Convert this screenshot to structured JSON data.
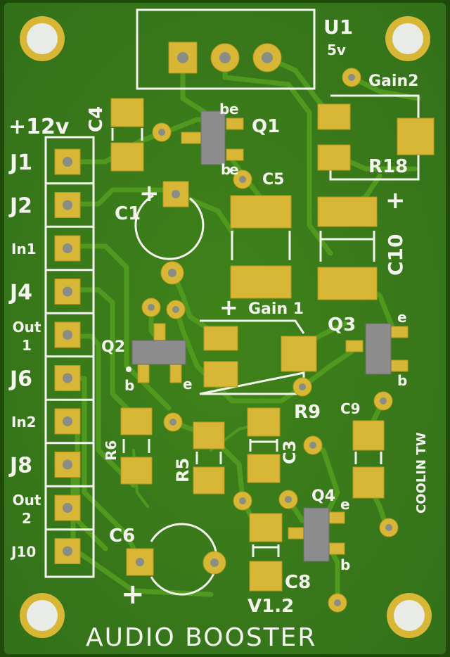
{
  "board": {
    "title": "AUDIO BOOSTER",
    "version": "V1.2",
    "vendor_mark": "COOLIN TW",
    "colors": {
      "pcb": "#3a7a18",
      "trace": "#4f9a1e",
      "silkscreen": "#f4f4ee",
      "copper": "#d8b636",
      "edge": "#1f4b0a"
    }
  },
  "connectors": {
    "supply_label": "+12v",
    "pins": [
      "J1",
      "J2",
      "In1",
      "J4",
      "Out 1",
      "J6",
      "In2",
      "J8",
      "Out 2",
      "J10"
    ]
  },
  "components": {
    "u1": "U1",
    "u1_voltage": "5v",
    "c1": "C1",
    "c3": "C3",
    "c4": "C4",
    "c5": "C5",
    "c6": "C6",
    "c8": "C8",
    "c9": "C9",
    "c10": "C10",
    "q1": "Q1",
    "q2": "Q2",
    "q3": "Q3",
    "q4": "Q4",
    "r5": "R5",
    "r6": "R6",
    "r9": "R9",
    "r18": "R18",
    "gain1": "Gain 1",
    "gain2": "Gain2"
  },
  "pin_marks": {
    "b": "b",
    "e": "e",
    "plus": "+"
  }
}
